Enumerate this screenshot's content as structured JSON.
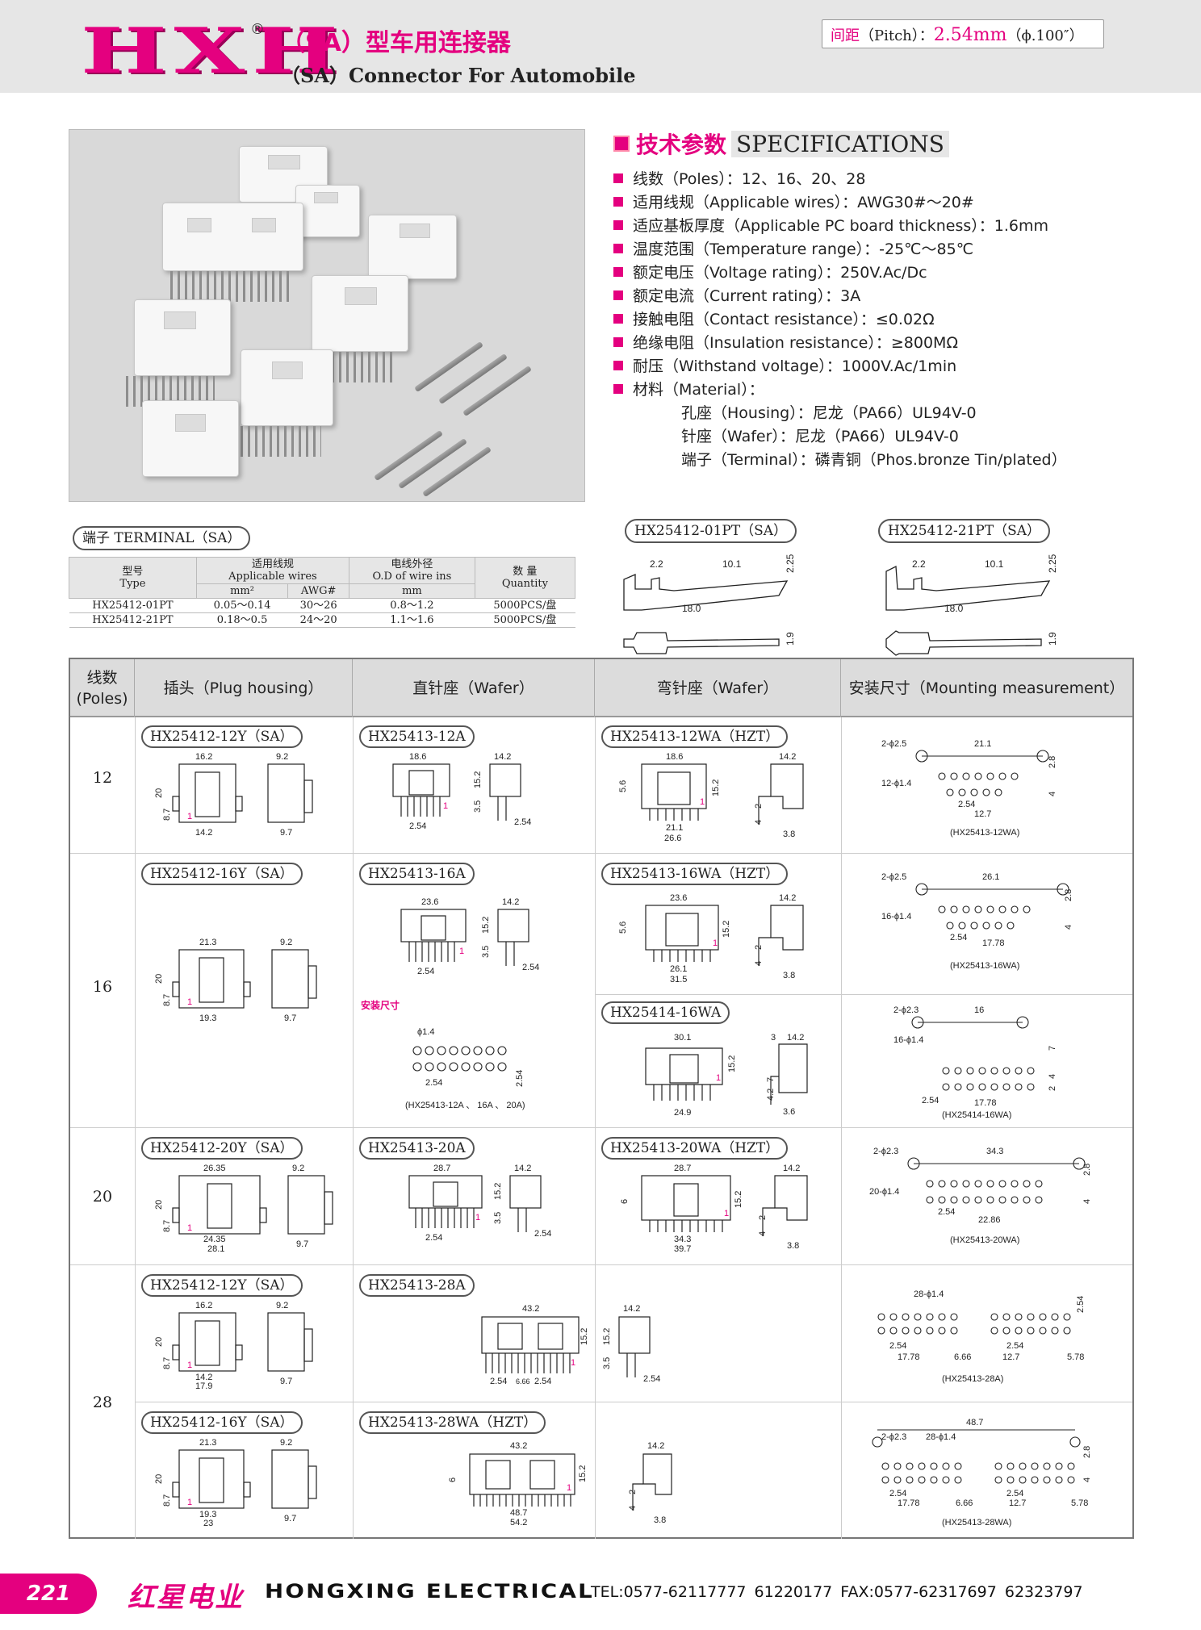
{
  "header": {
    "logo": "HXH",
    "logo_mark": "®",
    "title_cn": "（SA）型车用连接器",
    "title_en": "（SA）Connector For Automobile",
    "pitch_label_cn": "间距",
    "pitch_label_en": "（Pitch）",
    "pitch_colon": "：",
    "pitch_value": "2.54mm",
    "pitch_inch": "（ϕ.100″）"
  },
  "specs": {
    "title_cn": "技术参数",
    "title_en": "SPECIFICATIONS",
    "items": [
      "线数（Poles）：12、16、20、28",
      "适用线规（Applicable wires）：AWG30#～20#",
      "适应基板厚度（Applicable PC board thickness）：1.6mm",
      "温度范围（Temperature range）：-25℃～85℃",
      "额定电压（Voltage rating）：250V.Ac/Dc",
      "额定电流（Current rating）：3A",
      "接触电阻（Contact resistance）：≤0.02Ω",
      "绝缘电阻（Insulation resistance）：≥800MΩ",
      "耐压（Withstand voltage）：1000V.Ac/1min",
      "材料（Material）："
    ],
    "material": [
      "孔座（Housing）：尼龙（PA66）UL94V-0",
      "针座（Wafer）：尼龙（PA66）UL94V-0",
      "端子（Terminal）：磷青铜（Phos.bronze Tin/plated）"
    ]
  },
  "terminal": {
    "label": "端子 TERMINAL（SA）",
    "head_type_cn": "型号",
    "head_type_en": "Type",
    "head_wire_cn": "适用线规",
    "head_wire_en": "Applicable wires",
    "head_mm2": "mm²",
    "head_awg": "AWG#",
    "head_od_cn": "电线外径",
    "head_od_en": "O.D of wire ins",
    "head_mm": "mm",
    "head_qty_cn": "数 量",
    "head_qty_en": "Quantity",
    "rows": [
      {
        "type": "HX25412-01PT",
        "mm2": "0.05～0.14",
        "awg": "30～26",
        "od": "0.8～1.2",
        "qty": "5000PCS/盘"
      },
      {
        "type": "HX25412-21PT",
        "mm2": "0.18～0.5",
        "awg": "24～20",
        "od": "1.1～1.6",
        "qty": "5000PCS/盘"
      }
    ],
    "drawings": [
      {
        "name": "HX25412-01PT（SA）",
        "d1": "2.2",
        "d2": "10.1",
        "d3": "2.25",
        "d4": "18.0",
        "d5": "1.9"
      },
      {
        "name": "HX25412-21PT（SA）",
        "d1": "2.2",
        "d2": "10.1",
        "d3": "2.25",
        "d4": "18.0",
        "d5": "1.9"
      }
    ]
  },
  "grid": {
    "head_poles_cn": "线数",
    "head_poles_en": "(Poles)",
    "head_plug": "插头（Plug housing）",
    "head_straight": "直针座（Wafer）",
    "head_bent": "弯针座（Wafer）",
    "head_mount": "安装尺寸（Mounting measurement）",
    "poles": [
      "12",
      "16",
      "20",
      "28"
    ],
    "mount_label": "安装尺寸",
    "mount_note": "(HX25413-12A 、 16A 、 20A)",
    "parts": {
      "p12": "HX25412-12Y（SA）",
      "s12": "HX25413-12A",
      "b12": "HX25413-12WA（HZT）",
      "p16": "HX25412-16Y（SA）",
      "s16": "HX25413-16A",
      "b16": "HX25413-16WA（HZT）",
      "b16b": "HX25414-16WA",
      "p20": "HX25412-20Y（SA）",
      "s20": "HX25413-20A",
      "b20": "HX25413-20WA（HZT）",
      "p28a": "HX25412-12Y（SA）",
      "s28": "HX25413-28A",
      "p28b": "HX25412-16Y（SA）",
      "b28": "HX25413-28WA（HZT）"
    },
    "mount_notes": {
      "m12": "(HX25413-12WA)",
      "m16": "(HX25413-16WA)",
      "m16b": "(HX25414-16WA)",
      "m20": "(HX25413-20WA)",
      "m28a": "(HX25413-28A)",
      "m28b": "(HX25413-28WA)"
    }
  },
  "footer": {
    "page": "221",
    "brand_cn": "红星电业",
    "brand_en": "HONGXING ELECTRICAL",
    "contact": "TEL:0577-62117777   61220177      FAX:0577-62317697   62323797"
  },
  "colors": {
    "accent": "#e4007f",
    "header_bg": "#e6e6e6"
  }
}
